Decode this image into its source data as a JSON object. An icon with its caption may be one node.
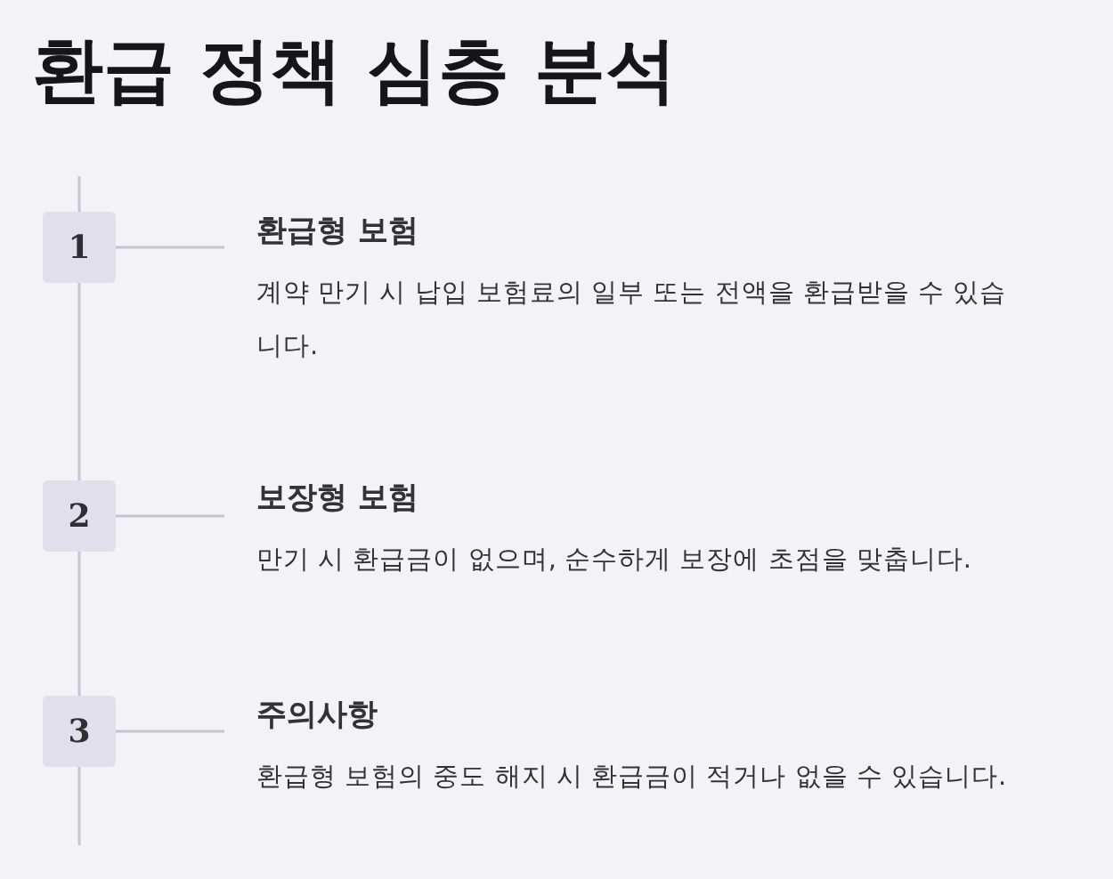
{
  "diagram": {
    "title": "환급 정책 심층 분석",
    "nodes": [
      {
        "text": [
          "1"
        ]
      },
      {
        "text": [
          "환급형 보험",
          "계약 만기 시 납입 보험료의 일부 또는 전액을 환급받을 수 있습니다."
        ]
      },
      {
        "text": [
          "2"
        ]
      },
      {
        "text": [
          "보장형 보험",
          "만기 시 환급금이 없으며, 순수하게 보장에 초점을 맞춥니다."
        ]
      },
      {
        "text": [
          "3"
        ]
      },
      {
        "text": [
          "주의사항",
          "환급형 보험의 중도 해지 시 환급금이 적거나 없을 수 있습니다."
        ]
      }
    ],
    "edges": [
      {
        "from": null,
        "to": 0,
        "arrow": "none"
      },
      {
        "from": 0,
        "to": 1,
        "arrow": "none"
      },
      {
        "from": 0,
        "to": 2,
        "arrow": "none"
      },
      {
        "from": 2,
        "to": 3,
        "arrow": "none"
      },
      {
        "from": 2,
        "to": 4,
        "arrow": "none"
      },
      {
        "from": 4,
        "to": 5,
        "arrow": "none"
      },
      {
        "from": 4,
        "to": null,
        "arrow": "none"
      }
    ]
  }
}
